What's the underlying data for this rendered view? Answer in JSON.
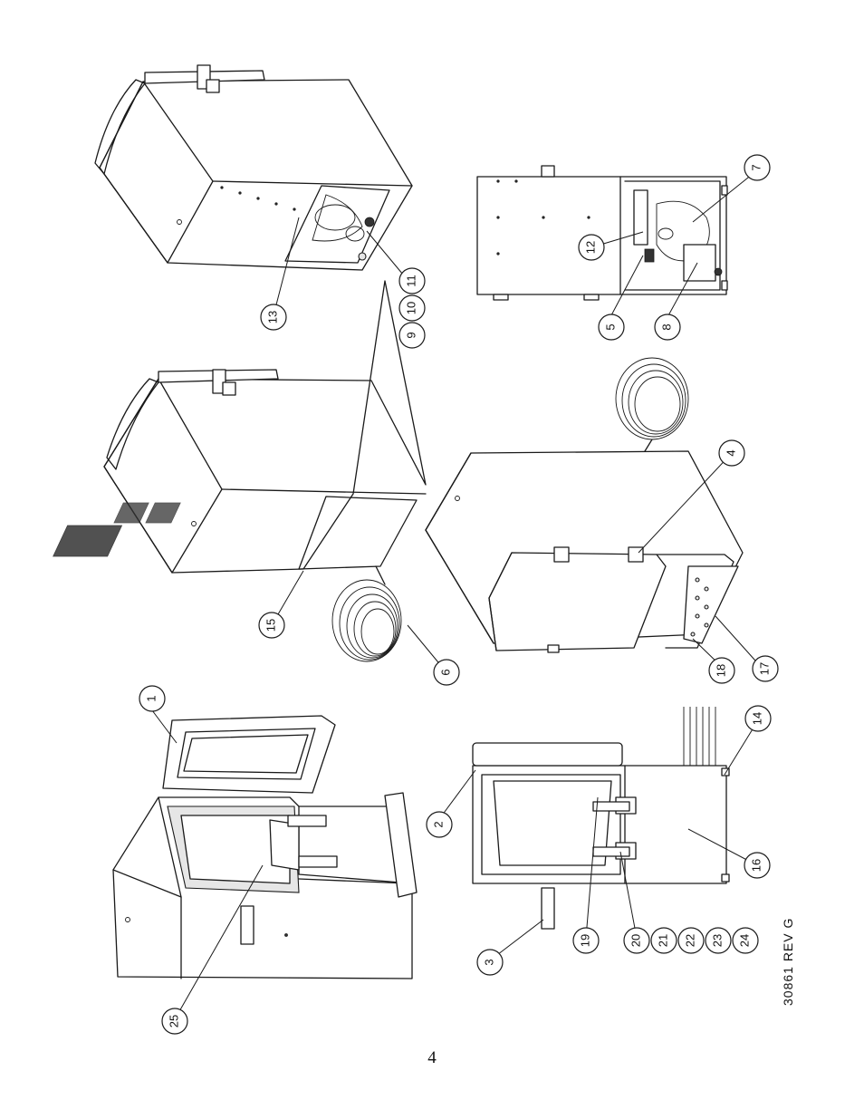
{
  "document": {
    "page_number": "4",
    "drawing_revision": "30861  REV G"
  },
  "callouts": {
    "c1": "1",
    "c2": "2",
    "c3": "3",
    "c4": "4",
    "c5": "5",
    "c6": "6",
    "c7": "7",
    "c8": "8",
    "c9": "9",
    "c10": "10",
    "c11": "11",
    "c12": "12",
    "c13": "13",
    "c14": "14",
    "c15": "15",
    "c16": "16",
    "c17": "17",
    "c18": "18",
    "c19": "19",
    "c20": "20",
    "c21": "21",
    "c22": "22",
    "c23": "23",
    "c24": "24",
    "c25": "25"
  }
}
